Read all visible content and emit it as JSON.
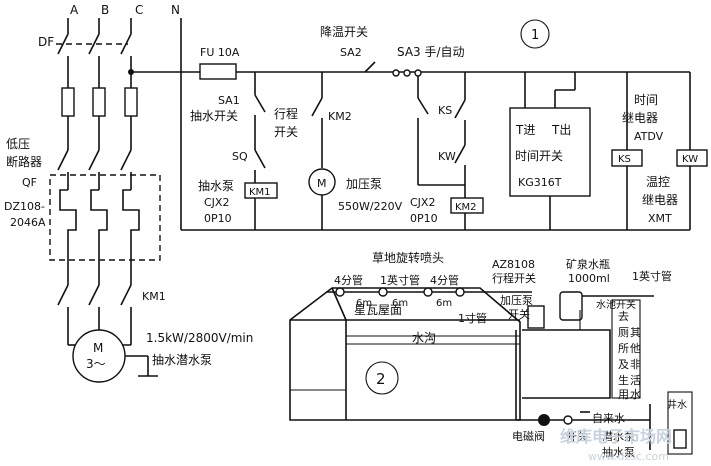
{
  "bus_labels": {
    "a": "A",
    "b": "B",
    "c": "C",
    "n": "N"
  },
  "df_label": "DF",
  "breaker": {
    "line1": "低压",
    "line2": "断路器",
    "line3": "QF",
    "model1": "DZ108-",
    "model2": "2046A"
  },
  "km1_label": "KM1",
  "motor": {
    "m": "M",
    "phase": "3～",
    "rating": "1.5kW/2800V/min",
    "name": "抽水潜水泵"
  },
  "fuse_label": "FU 10A",
  "cool_switch": {
    "name": "降温开关",
    "tag": "SA2"
  },
  "sa3_label": "SA3 手/自动",
  "circle_one": "1",
  "sa1": {
    "tag": "SA1",
    "name": "抽水开关"
  },
  "travel": {
    "line1": "行程",
    "line2": "开关",
    "sq": "SQ"
  },
  "km2_label": "KM2",
  "pump_relay": {
    "name": "抽水泵",
    "model": "CJX2",
    "spec": "0P10",
    "coil": "KM1"
  },
  "press_pump": {
    "m": "M",
    "name": "加压泵",
    "spec": "550W/220V"
  },
  "km2_relay": {
    "model": "CJX2",
    "spec": "0P10",
    "coil": "KM2"
  },
  "ks_label": "KS",
  "kw_label": "KW",
  "timer": {
    "t_in": "T进",
    "t_out": "T出",
    "name": "时间开关",
    "model": "KG316T"
  },
  "time_relay": {
    "line1": "时间",
    "line2": "继电器",
    "model": "ATDV"
  },
  "temp_relay": {
    "line1": "温控",
    "line2": "继电器",
    "model": "XMT"
  },
  "coil_ks": "KS",
  "coil_kw": "KW",
  "sprinkler_label": "草地旋转喷头",
  "az_label": "AZ8108",
  "travel_switch_label": "行程开关",
  "bottle": {
    "line1": "矿泉水瓶",
    "line2": "1000ml"
  },
  "pipes": {
    "quarter_left": "4分管",
    "inch_a": "1英寸管",
    "quarter_right": "4分管",
    "inch_b": "1寸管",
    "inch_c": "1英寸管"
  },
  "lengths": {
    "a": "6m",
    "b": "6m",
    "c": "6m"
  },
  "roof_label": "星瓦屋面",
  "gutter_label": "水沟",
  "press_switch": {
    "line1": "加压泵",
    "line2": "开关"
  },
  "pool_switch": "水池开关",
  "outlet_chars": [
    "去",
    "厕",
    "所",
    "及",
    "其",
    "他",
    "非",
    "活",
    "生",
    "用",
    "水"
  ],
  "circle_two": "2",
  "valve_label": "电磁阀",
  "switch_label": "开关",
  "tap_label": "自来水",
  "well_label": "井水",
  "sub_pump": {
    "line1": "潜水泵",
    "line2": "抽水泵"
  },
  "watermark": {
    "text": "维库电子市场网",
    "url": "www.dzsc.com"
  }
}
